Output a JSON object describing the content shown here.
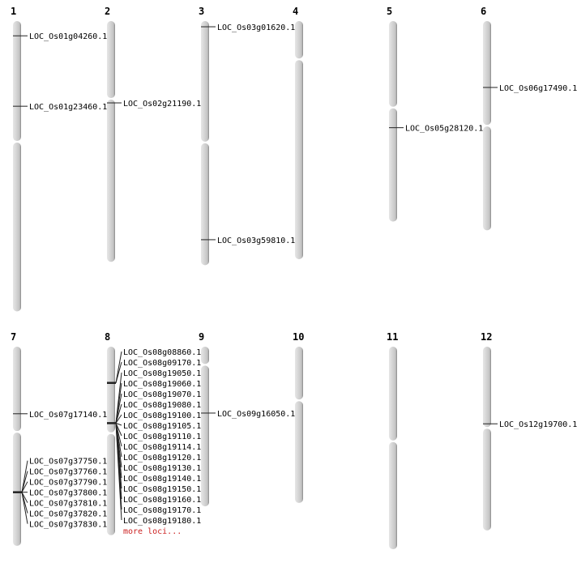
{
  "chart_data": {
    "type": "chromosome-map",
    "units": "Mb",
    "more_label": "more loci...",
    "colors": {
      "chromosome": "#d2d2d2",
      "shadow": "#8a8a8a",
      "marker": "#222222",
      "more": "#cc2222"
    },
    "chromosomes": [
      {
        "name": "1",
        "length": 43.3,
        "centromere": 18.0,
        "markers": [
          {
            "pos": 2.2,
            "loci": [
              "LOC_Os01g04260.1"
            ]
          },
          {
            "pos": 12.7,
            "loci": [
              "LOC_Os01g23460.1"
            ]
          }
        ]
      },
      {
        "name": "2",
        "length": 35.9,
        "centromere": 11.6,
        "markers": [
          {
            "pos": 12.2,
            "loci": [
              "LOC_Os02g21190.1"
            ]
          }
        ]
      },
      {
        "name": "3",
        "length": 36.4,
        "centromere": 18.1,
        "markers": [
          {
            "pos": 0.85,
            "loci": [
              "LOC_Os03g01620.1"
            ]
          },
          {
            "pos": 32.6,
            "loci": [
              "LOC_Os03g59810.1"
            ]
          }
        ]
      },
      {
        "name": "4",
        "length": 35.5,
        "centromere": 5.7,
        "markers": []
      },
      {
        "name": "5",
        "length": 29.9,
        "centromere": 12.9,
        "markers": [
          {
            "pos": 15.9,
            "loci": [
              "LOC_Os05g28120.1"
            ]
          }
        ]
      },
      {
        "name": "6",
        "length": 31.2,
        "centromere": 15.6,
        "markers": [
          {
            "pos": 9.9,
            "loci": [
              "LOC_Os06g17490.1"
            ]
          }
        ]
      },
      {
        "name": "7",
        "length": 29.7,
        "centromere": 12.7,
        "markers": [
          {
            "pos": 10.0,
            "loci": [
              "LOC_Os07g17140.1"
            ]
          },
          {
            "pos": 21.7,
            "loci": [
              "LOC_Os07g37750.1",
              "LOC_Os07g37760.1",
              "LOC_Os07g37790.1",
              "LOC_Os07g37800.1",
              "LOC_Os07g37810.1",
              "LOC_Os07g37820.1",
              "LOC_Os07g37830.1"
            ]
          }
        ]
      },
      {
        "name": "8",
        "length": 28.1,
        "centromere": 12.9,
        "more": true,
        "markers": [
          {
            "pos": 5.4,
            "loci": [
              "LOC_Os08g08860.1",
              "LOC_Os08g09170.1"
            ]
          },
          {
            "pos": 11.4,
            "loci": [
              "LOC_Os08g19050.1",
              "LOC_Os08g19060.1",
              "LOC_Os08g19070.1",
              "LOC_Os08g19080.1",
              "LOC_Os08g19100.1",
              "LOC_Os08g19105.1",
              "LOC_Os08g19110.1",
              "LOC_Os08g19114.1",
              "LOC_Os08g19120.1",
              "LOC_Os08g19130.1",
              "LOC_Os08g19140.1",
              "LOC_Os08g19150.1",
              "LOC_Os08g19160.1",
              "LOC_Os08g19170.1",
              "LOC_Os08g19180.1"
            ]
          }
        ]
      },
      {
        "name": "9",
        "length": 23.8,
        "centromere": 2.7,
        "markers": [
          {
            "pos": 9.9,
            "loci": [
              "LOC_Os09g16050.1"
            ]
          }
        ]
      },
      {
        "name": "10",
        "length": 23.3,
        "centromere": 8.0,
        "markers": []
      },
      {
        "name": "11",
        "length": 30.2,
        "centromere": 14.1,
        "markers": []
      },
      {
        "name": "12",
        "length": 27.4,
        "centromere": 12.1,
        "markers": [
          {
            "pos": 11.5,
            "loci": [
              "LOC_Os12g19700.1"
            ]
          }
        ]
      }
    ]
  }
}
